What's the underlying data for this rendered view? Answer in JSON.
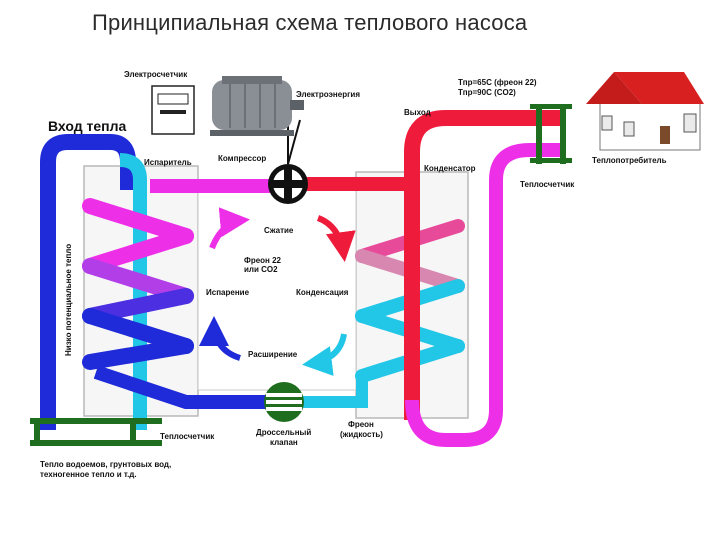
{
  "title": "Принципиальная схема теплового насоса",
  "labels": {
    "heat_input": "Вход тепла",
    "meter_top": "Электросчетчик",
    "electricity": "Электроэнергия",
    "temp_line1": "Тпр=65С (фреон 22)",
    "temp_line2": "Тпр=90С (CO2)",
    "output": "Выход",
    "evaporator": "Испаритель",
    "compressor": "Компрессор",
    "condenser": "Конденсатор",
    "heat_consumer": "Теплопотребитель",
    "heat_meter_right": "Теплосчетчик",
    "low_potential_heat": "Низко потенциальное тепло",
    "compression": "Сжатие",
    "freon_line1": "Фреон 22",
    "freon_line2": "или CO2",
    "evaporation": "Испарение",
    "condensation": "Конденсация",
    "expansion": "Расширение",
    "heat_meter_left": "Теплосчетчик",
    "throttle_line1": "Дроссельный",
    "throttle_line2": "клапан",
    "freon_liquid_line1": "Фреон",
    "freon_liquid_line2": "(жидкость)",
    "source_line1": "Тепло водоемов, грунтовых вод,",
    "source_line2": "техногенное тепло и т.д."
  },
  "colors": {
    "blue": "#1f2bd8",
    "cyan": "#22c6e6",
    "magenta": "#ee2fe8",
    "red": "#ee1c3a",
    "pink": "#e84a9a",
    "green": "#1f6e1f",
    "box_border": "#b9b9b9"
  }
}
